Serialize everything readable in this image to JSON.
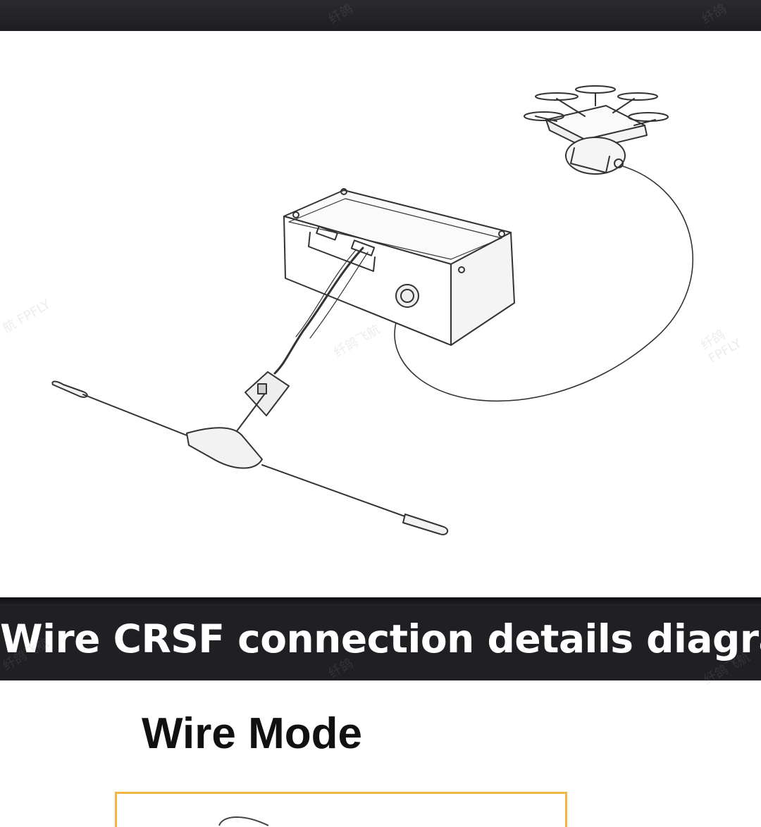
{
  "banner": {
    "title": "Wire CRSF connection details diagram"
  },
  "mode": {
    "title": "Wire Mode"
  },
  "watermarks": [
    "纤鸽",
    "纤鸽",
    "航 FPFLY",
    "纤鸽飞航",
    "纤鸽 FPFLY",
    "纤鸽飞航",
    "纤鸽",
    "纤鸽飞航"
  ],
  "colors": {
    "bar": "#1f1f24",
    "accent_border": "#f2b541",
    "line_art": "#333333"
  }
}
